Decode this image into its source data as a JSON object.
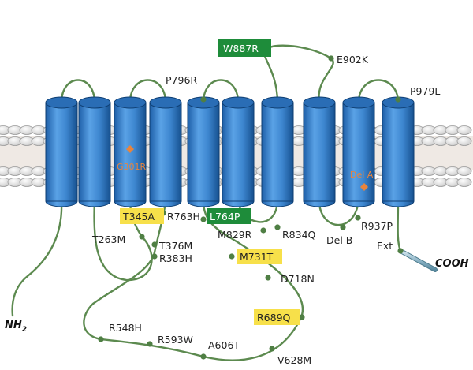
{
  "colors": {
    "helix": "#3d86cf",
    "helix_dark": "#1e5fa8",
    "loop": "#5c8a4f",
    "dot": "#4f7f44",
    "highlight_yellow": "#f7e04a",
    "highlight_green": "#1e8c3a",
    "inner_label": "#e8843c"
  },
  "terminals": {
    "n_term": "NH",
    "n_sub": "2",
    "c_term": "COOH"
  },
  "inner_labels": {
    "g": "G301R",
    "d": "Del A"
  },
  "mutations": {
    "W887R": "W887R",
    "E902K": "E902K",
    "P796R": "P796R",
    "P979L": "P979L",
    "T345A": "T345A",
    "R763H": "R763H",
    "L764P": "L764P",
    "T263M": "T263M",
    "T376M": "T376M",
    "R383H": "R383H",
    "M829R": "M829R",
    "R834Q": "R834Q",
    "DelB": "Del B",
    "R937P": "R937P",
    "Ext": "Ext",
    "M731T": "M731T",
    "D718N": "D718N",
    "R689Q": "R689Q",
    "R548H": "R548H",
    "R593W": "R593W",
    "A606T": "A606T",
    "V628M": "V628M"
  }
}
